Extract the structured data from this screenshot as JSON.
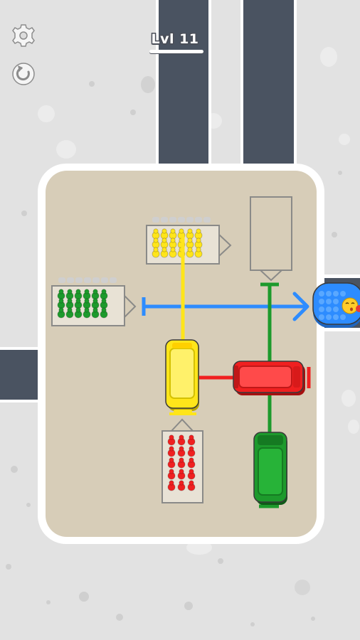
{
  "hud": {
    "level_label": "Lvl 11",
    "settings_icon": "gear-icon",
    "restart_icon": "restart-icon"
  },
  "colors": {
    "ground": "#e2e2e2",
    "road": "#4a5361",
    "road_edge": "#ffffff",
    "lot_border": "#ffffff",
    "lot_fill": "#d7cdb8",
    "yellow": "#ffe51a",
    "green": "#1d9a2c",
    "red": "#f02020",
    "blue": "#2d8cff"
  },
  "vehicles": [
    {
      "id": "yellow-car",
      "color": "yellow",
      "heading": "up"
    },
    {
      "id": "red-car",
      "color": "red",
      "heading": "right"
    },
    {
      "id": "green-car",
      "color": "green",
      "heading": "down"
    },
    {
      "id": "blue-boat",
      "color": "blue",
      "heading": "right"
    }
  ],
  "passenger_groups": [
    {
      "color": "yellow",
      "count": 18
    },
    {
      "color": "green",
      "count": 18
    },
    {
      "color": "red",
      "count": 15
    }
  ]
}
